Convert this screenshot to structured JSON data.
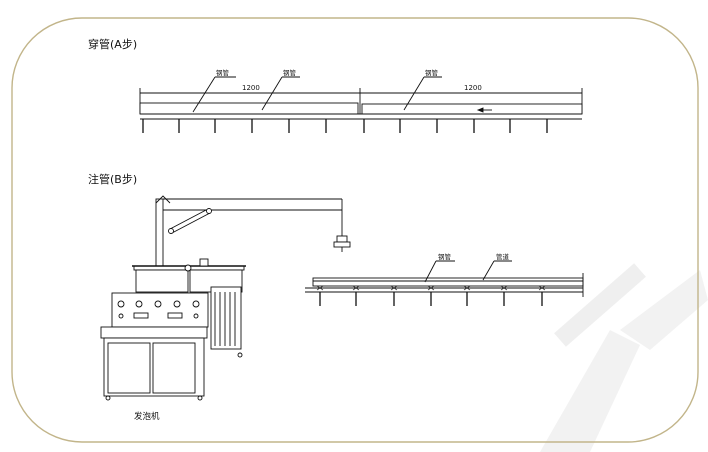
{
  "section_a": {
    "title": "穿管(A步)",
    "dimension_left": "1200",
    "dimension_right": "1200",
    "label_1": "钢管",
    "label_2": "钢管",
    "label_3": "钢管"
  },
  "section_b": {
    "title": "注管(B步)",
    "label_1": "钢管",
    "label_2": "管道",
    "machine_label": "发泡机"
  },
  "watermark": "Z"
}
